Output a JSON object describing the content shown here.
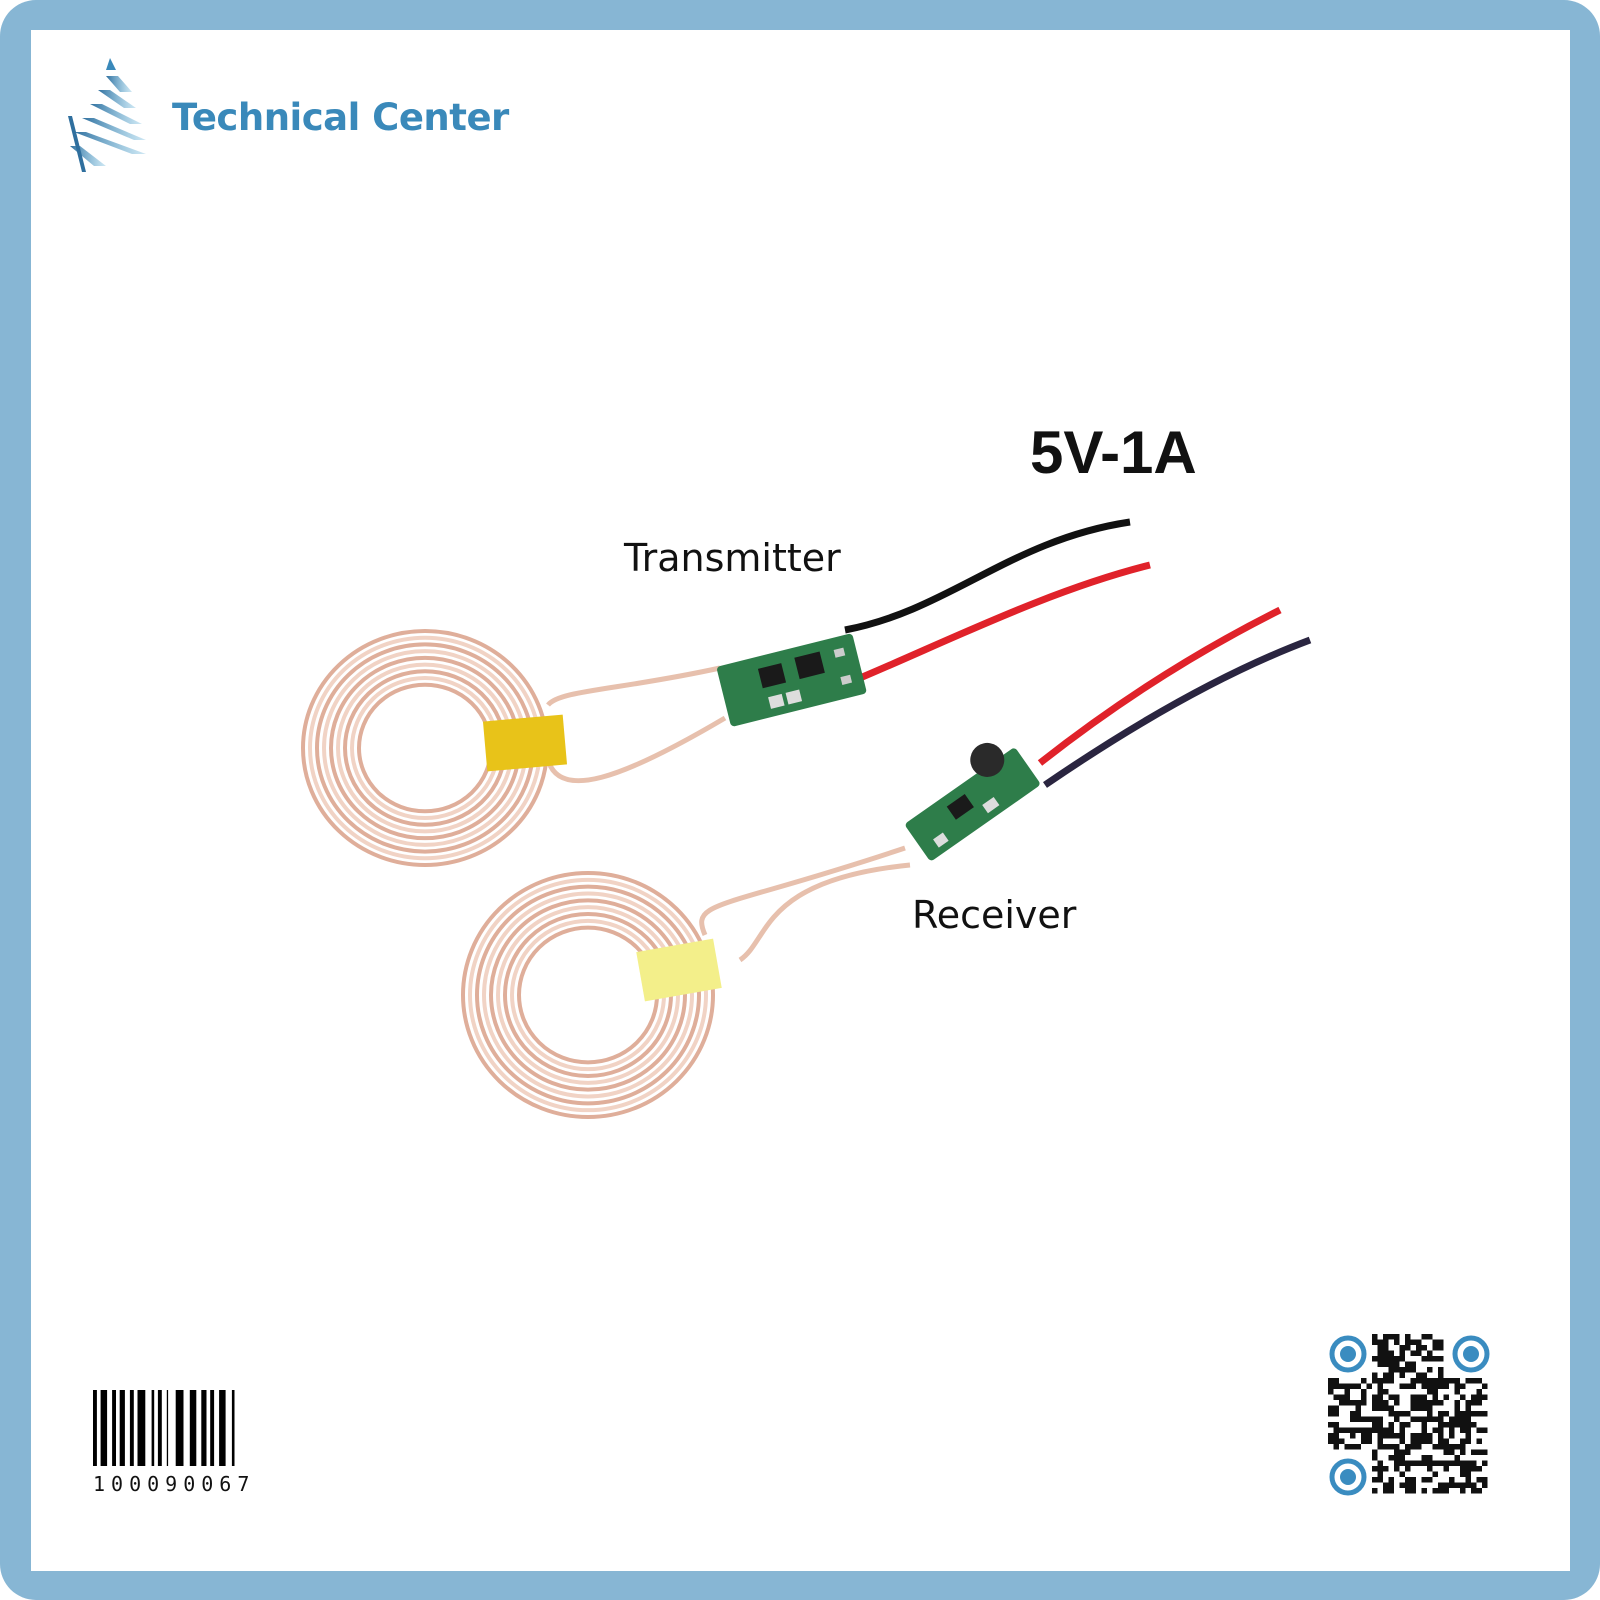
{
  "brand": {
    "name": "Technical Center",
    "color": "#3a89ba"
  },
  "product": {
    "spec_label": "5V-1A",
    "transmitter_label": "Transmitter",
    "receiver_label": "Receiver"
  },
  "barcode": {
    "number": "100090067"
  },
  "colors": {
    "frame": "#87b6d4",
    "qr_accent": "#3a8cc0",
    "pcb": "#2e7d4a",
    "coil": "#e8bfae"
  }
}
